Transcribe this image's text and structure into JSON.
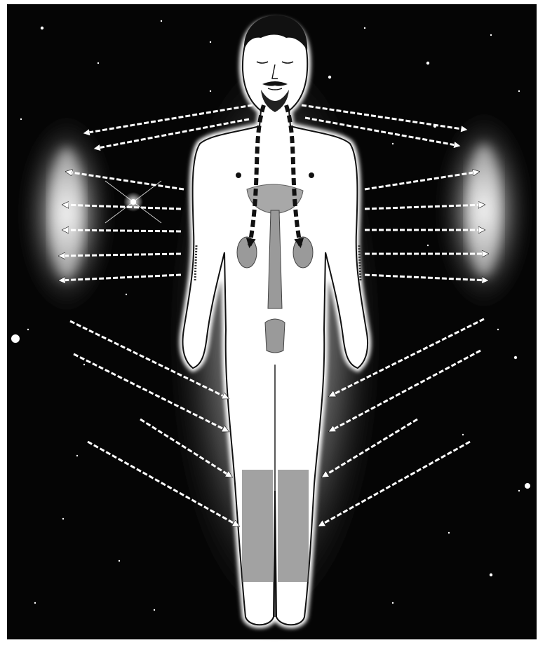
{
  "colors": {
    "frame": "#ffffff",
    "space": "#050505",
    "glow": "#f2f2f2",
    "body_fill": "#ffffff",
    "outline": "#111111",
    "arrow": "#ffffff",
    "organ": "#9a9a9a"
  },
  "figure": {
    "subject": "human-figure",
    "background": "starfield",
    "energy_paths": {
      "inward_center_columns": 2,
      "outward_left_upper": 7,
      "outward_right_upper": 7,
      "inward_left_lower": 4,
      "inward_right_lower": 4
    }
  }
}
